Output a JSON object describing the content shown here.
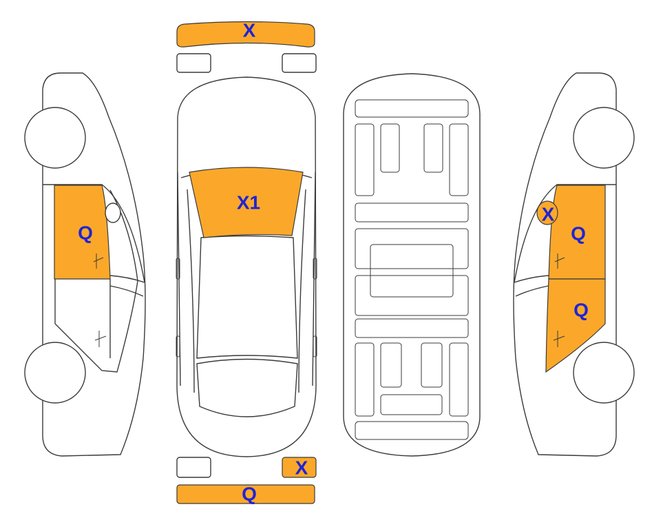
{
  "colors": {
    "damage_fill": "#FBA82A",
    "label": "#1F24D3",
    "outline": "#3A3A3A"
  },
  "labels": {
    "front_bumper": "X",
    "windshield": "X1",
    "left_front_door": "Q",
    "right_front_door": "Q",
    "right_rear_door": "Q",
    "right_mirror": "X",
    "right_taillight": "X",
    "rear_bumper": "Q"
  }
}
